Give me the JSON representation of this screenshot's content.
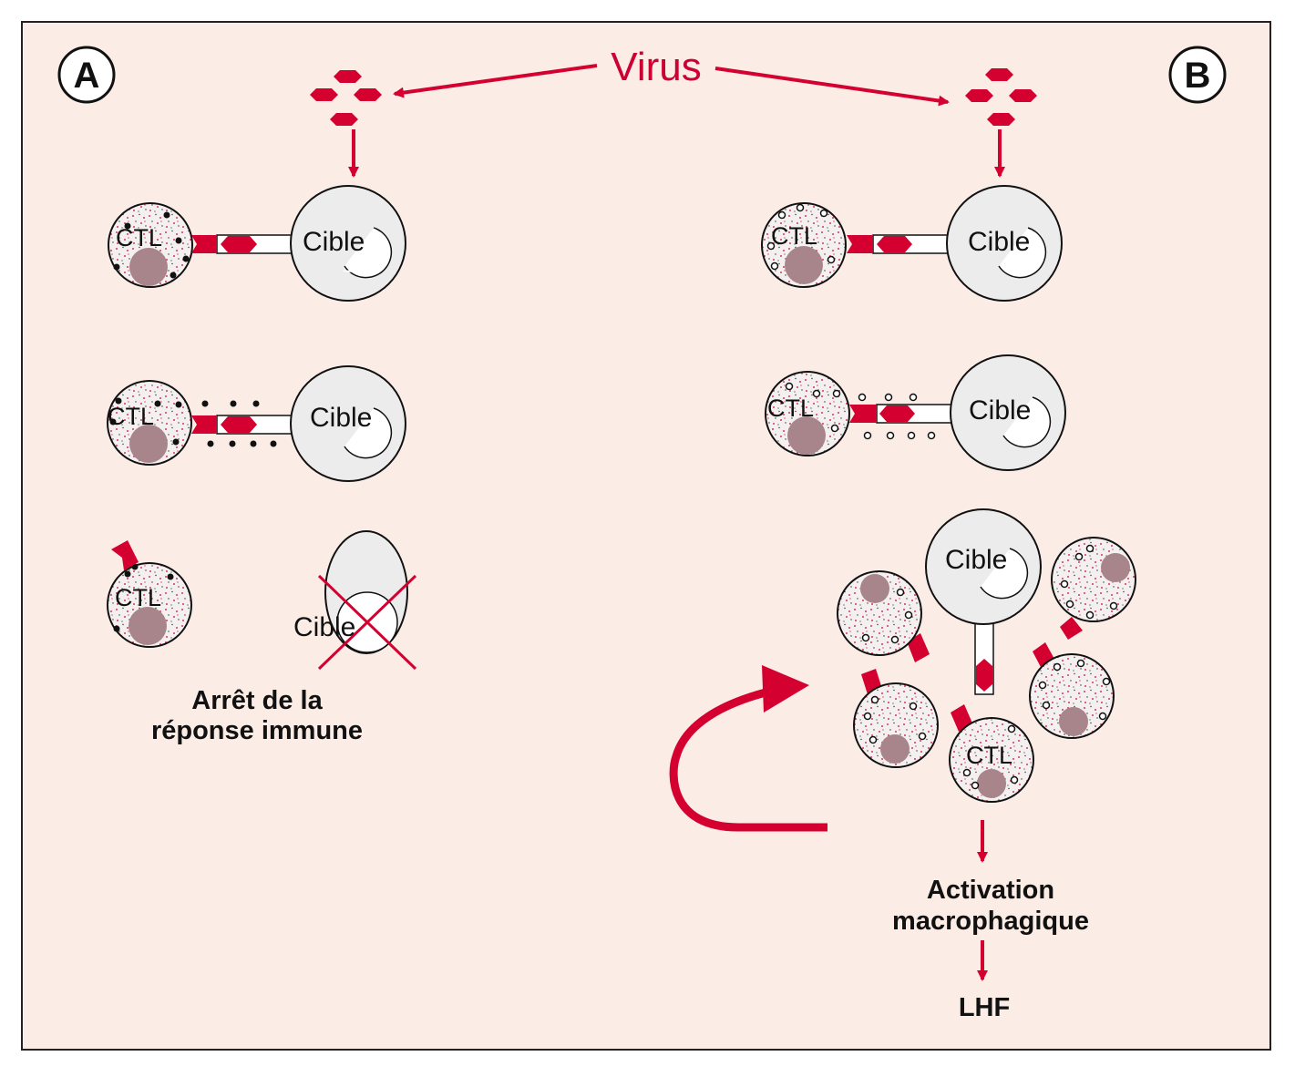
{
  "colors": {
    "background": "#fbece6",
    "border": "#222222",
    "accent_red": "#d4002f",
    "cell_fill": "#ececec",
    "ctl_fill": "#f4f0f0",
    "nucleus": "#a8858b"
  },
  "virus_label": "Virus",
  "panel_a": {
    "letter": "A",
    "ctl_label": "CTL",
    "target_label": "Cible",
    "caption_line1": "Arrêt de la",
    "caption_line2": "réponse immune"
  },
  "panel_b": {
    "letter": "B",
    "ctl_label": "CTL",
    "target_label": "Cible",
    "outcome_1": "Activation",
    "outcome_2": "macrophagique",
    "outcome_3": "LHF"
  }
}
